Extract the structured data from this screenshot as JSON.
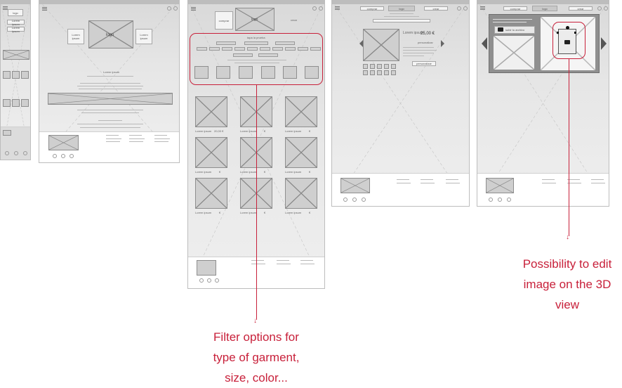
{
  "wireframes": {
    "logo": "logo",
    "lorem_short": "Lorem ipsum",
    "home_banner_left": "Lorem ipsum",
    "home_banner_right": "Lorem ipsum",
    "filters_heading": "tapa la prueba",
    "price_grid_first": "20,00 €",
    "price_symbol": "€",
    "detail_price": "25,00 €",
    "detail_personalize": "personalizar",
    "detail_button": "personalizar",
    "edit_upload_label": "subir tu archivo",
    "nav_left": "comprar",
    "nav_right": "crear"
  },
  "annotations": {
    "filter_caption": "Filter options for type of garment, size, color...",
    "filter_lines": [
      "Filter options for",
      "type of garment,",
      "size, color..."
    ],
    "edit_caption": "Possibility to edit image on the 3D view",
    "edit_lines": [
      "Possibility to edit",
      "image on the 3D",
      "view"
    ]
  },
  "colors": {
    "annotation": "#c8203a",
    "wire_bg": "#e3e3e3",
    "placeholder": "#cfcfcf"
  }
}
